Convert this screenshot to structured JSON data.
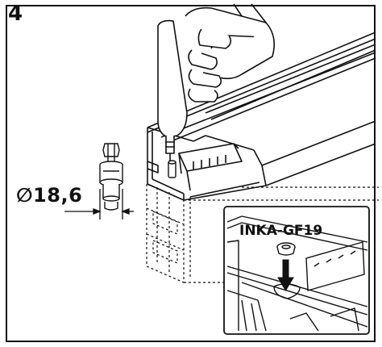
{
  "step": {
    "number": "4"
  },
  "dimension": {
    "text": "∅18,6"
  },
  "inset": {
    "label": "INKA-GF19"
  },
  "icons": {
    "hand": "hand-holding-screwdriver-icon",
    "screwdriver": "screwdriver-icon",
    "bolt": "bolt-fitting-icon",
    "grommet": "grommet-icon",
    "arrow": "down-arrow-icon"
  },
  "colors": {
    "line": "#111111",
    "background": "#ffffff",
    "fill_light": "#f2f2f2"
  }
}
